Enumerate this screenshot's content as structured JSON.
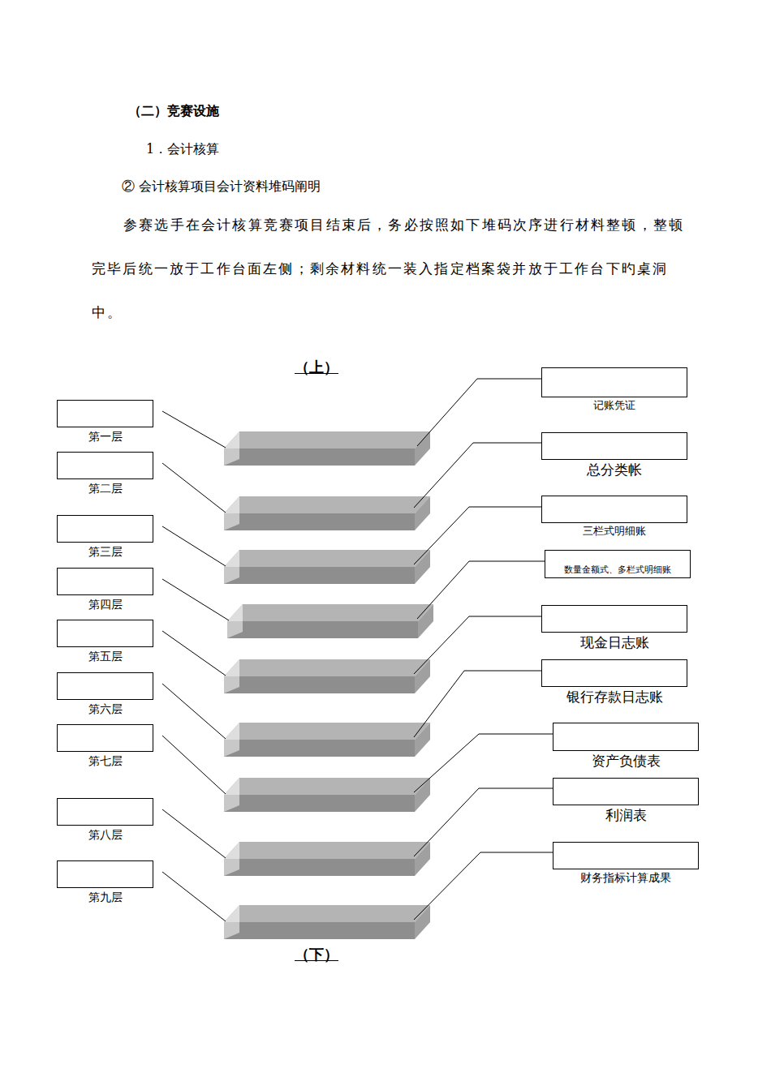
{
  "diagram": {
    "nodes": [
      {
        "text": [
          "第一层"
        ]
      },
      {
        "text": [
          "记账凭证"
        ]
      },
      {
        "text": [
          "第二层"
        ]
      },
      {
        "text": [
          "总分类帐"
        ]
      },
      {
        "text": [
          "第三层"
        ]
      },
      {
        "text": [
          "三栏式明细账"
        ]
      },
      {
        "text": [
          "第四层"
        ]
      },
      {
        "text": [
          "数量金额式、多栏式明细账"
        ]
      },
      {
        "text": [
          "第五层"
        ]
      },
      {
        "text": [
          "现金日志账"
        ]
      },
      {
        "text": [
          "第六层"
        ]
      },
      {
        "text": [
          "银行存款日志账"
        ]
      },
      {
        "text": [
          "第七层"
        ]
      },
      {
        "text": [
          "资产负债表"
        ]
      },
      {
        "text": [
          "第八层"
        ]
      },
      {
        "text": [
          "利润表"
        ]
      },
      {
        "text": [
          "第九层"
        ]
      },
      {
        "text": [
          "财务指标计算成果"
        ]
      }
    ],
    "labels": [
      "（二）竞赛设施",
      "1．会计核算",
      "② 会计核算项目会计资料堆码阐明",
      "参赛选手在会计核算竞赛项目结束后，务必按照如下堆码次序进行材料整顿，整顿完毕后统一放于工作台面左侧；剩余材料统一装入指定档案袋并放于工作台下旳桌洞中。",
      "（上）",
      "（下）"
    ]
  }
}
